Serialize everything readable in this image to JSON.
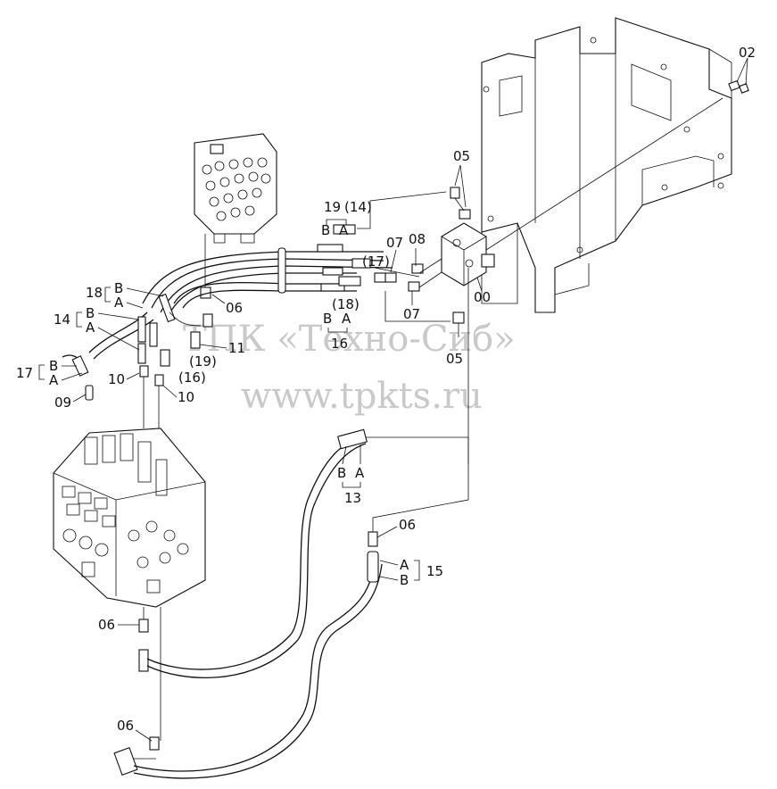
{
  "watermark": {
    "company": "ТПК «Техно-Сиб»",
    "url": "www.tpkts.ru"
  },
  "callouts": {
    "c00": "00",
    "c02": "02",
    "c05_top": "05",
    "c05_bottom": "05",
    "c06_pilot": "06",
    "c06_mid": "06",
    "c06_low": "06",
    "c06_bottom": "06",
    "c07_top": "07",
    "c07_bottom": "07",
    "c08": "08",
    "c09": "09",
    "c10_left": "10",
    "c10_right": "10",
    "c11": "11",
    "c13": "13",
    "c14_left": "14",
    "c14_paren": "(14)",
    "c15": "15",
    "c16": "16",
    "c16_paren": "(16)",
    "c17_left": "17",
    "c17_paren": "(17)",
    "c18_left": "18",
    "c18_paren": "(18)",
    "c19_top": "19",
    "c19_paren": "(19)"
  },
  "ports": {
    "a": "A",
    "b": "B"
  }
}
